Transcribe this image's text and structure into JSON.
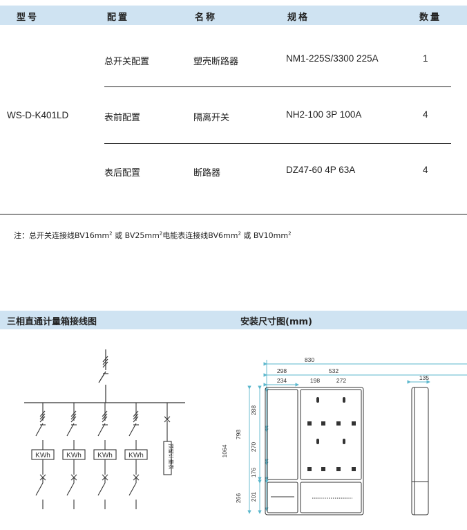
{
  "table": {
    "headers": [
      "型号",
      "配置",
      "名称",
      "规格",
      "数量"
    ],
    "model": "WS-D-K401LD",
    "rows": [
      {
        "config": "总开关配置",
        "name": "塑壳断路器",
        "spec": "NM1-225S/3300 225A",
        "qty": "1"
      },
      {
        "config": "表前配置",
        "name": "隔离开关",
        "spec": "NH2-100 3P 100A",
        "qty": "4"
      },
      {
        "config": "表后配置",
        "name": "断路器",
        "spec": "DZ47-60 4P 63A",
        "qty": "4"
      }
    ]
  },
  "note": {
    "p1": "注：总开关连接线BV16mm",
    "s1": "2",
    "p2": " 或 BV25mm",
    "s2": "2",
    "p3": "电能表连接线BV6mm",
    "s3": "2",
    "p4": " 或 BV10mm",
    "s4": "2"
  },
  "sections": {
    "wiring_title": "三相直通计量箱接线图",
    "install_title": "安装尺寸图(mm)"
  },
  "wiring": {
    "meter_label": "KWh",
    "reserve_label": "预留计量表"
  },
  "dims": {
    "total_width": "830",
    "left_width": "298",
    "right_width": "532",
    "left_inner": "234",
    "right_a": "198",
    "right_b": "272",
    "height_total": "1064",
    "height_upper": "798",
    "height_lower": "266",
    "seg1": "288",
    "seg2": "270",
    "seg3": "176",
    "seg4": "201",
    "depth": "135"
  },
  "colors": {
    "header_bg": "#cfe3f2",
    "dim_line": "#5bb7cc"
  }
}
